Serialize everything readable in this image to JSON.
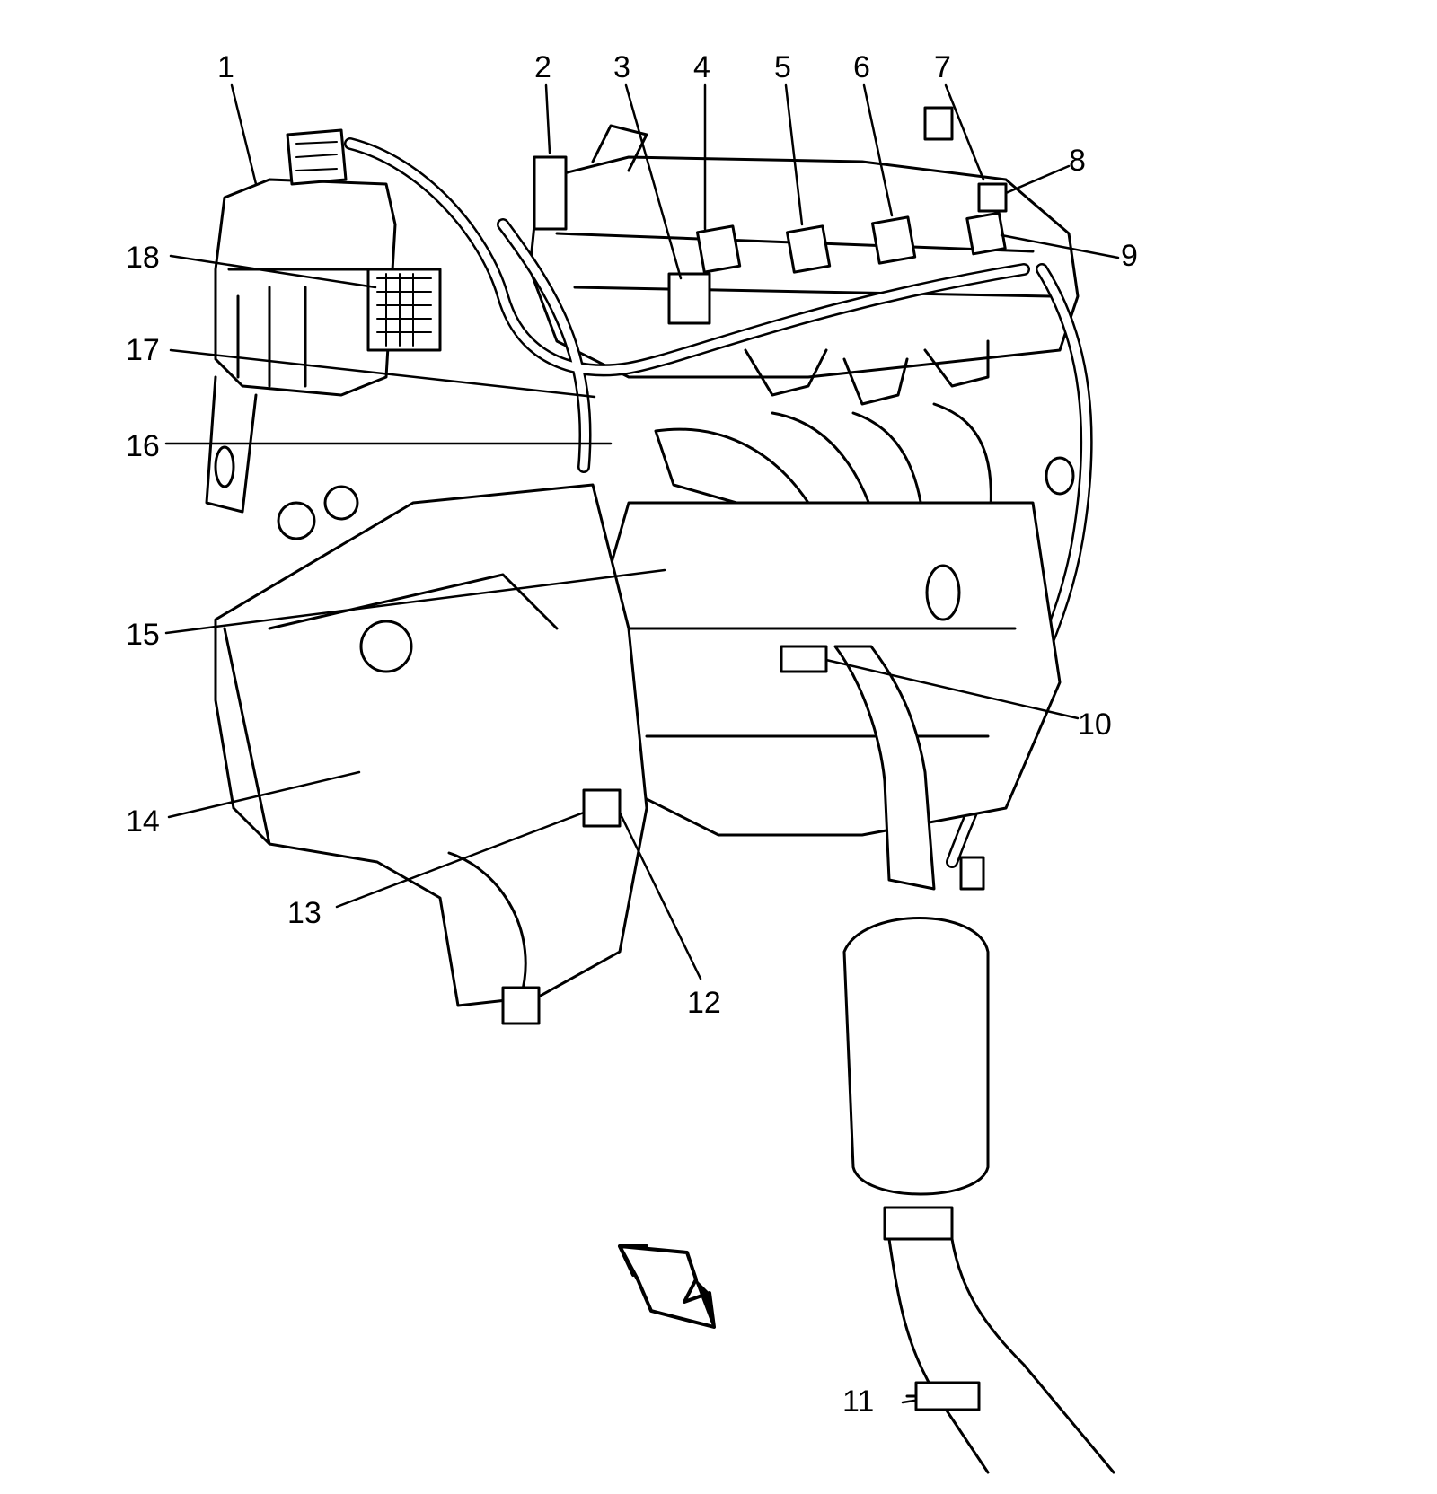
{
  "diagram": {
    "colors": {
      "line": "#000000",
      "background": "#ffffff",
      "panel": "#f2f2f2"
    },
    "callouts": [
      {
        "id": "1",
        "label": "1"
      },
      {
        "id": "2",
        "label": "2"
      },
      {
        "id": "3",
        "label": "3"
      },
      {
        "id": "4",
        "label": "4"
      },
      {
        "id": "5",
        "label": "5"
      },
      {
        "id": "6",
        "label": "6"
      },
      {
        "id": "7",
        "label": "7"
      },
      {
        "id": "8",
        "label": "8"
      },
      {
        "id": "9",
        "label": "9"
      },
      {
        "id": "10",
        "label": "10"
      },
      {
        "id": "11",
        "label": "11"
      },
      {
        "id": "12",
        "label": "12"
      },
      {
        "id": "13",
        "label": "13"
      },
      {
        "id": "14",
        "label": "14"
      },
      {
        "id": "15",
        "label": "15"
      },
      {
        "id": "16",
        "label": "16"
      },
      {
        "id": "17",
        "label": "17"
      },
      {
        "id": "18",
        "label": "18"
      }
    ],
    "icons": {
      "direction_arrow": "front-direction-arrow-icon"
    }
  }
}
